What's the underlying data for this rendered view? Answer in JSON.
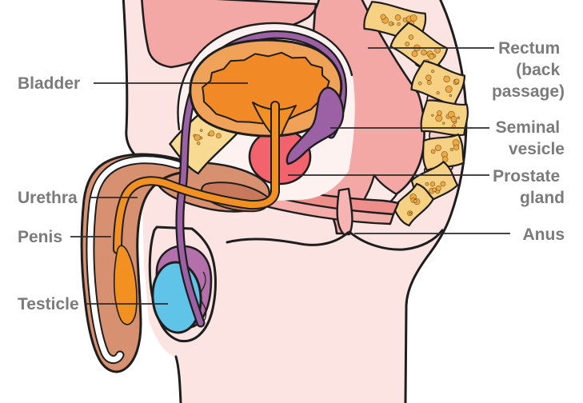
{
  "figure": {
    "title": "Male reproductive system - side cross-section diagram",
    "type": "anatomical illustration"
  },
  "palette": {
    "background": "#FFFFFF",
    "outline": "#1E1E1E",
    "label": "#7B7B7B",
    "skin": "#FBE4E1",
    "cavity": "#FDF2EF",
    "bowel_pink": "#F4A8A5",
    "rectum_funnel": "#F6B5B2",
    "muscle_dark": "#EE8E8B",
    "muscle_light": "#F5ADA9",
    "disc_pink": "#F6CDC9",
    "bone_yellow": "#F6D184",
    "pubic_bone": "#F8DA93",
    "bone_speckle": "#F2A83D",
    "bladder_wall": "#F1A259",
    "bladder_inner": "#F08926",
    "urethra_orange": "#F29122",
    "purple": "#9C60A4",
    "scrotum_purple": "#B470AB",
    "prostate_red": "#F2636E",
    "testicle_blue": "#5FC4E8",
    "penis_brown": "#D79070",
    "bulb_brown": "#C9795B"
  },
  "labels": {
    "bladder": {
      "text": "Bladder"
    },
    "urethra": {
      "text": "Urethra"
    },
    "penis": {
      "text": "Penis"
    },
    "testicle": {
      "text": "Testicle"
    },
    "rectum": {
      "text": "Rectum (back passage)",
      "lines": [
        "Rectum",
        "(back",
        "passage)"
      ]
    },
    "seminal_vesicle": {
      "text": "Seminal vesicle",
      "lines": [
        "Seminal",
        "vesicle"
      ]
    },
    "prostate_gland": {
      "text": "Prostate gland",
      "lines": [
        "Prostate",
        "gland"
      ]
    },
    "anus": {
      "text": "Anus"
    }
  }
}
